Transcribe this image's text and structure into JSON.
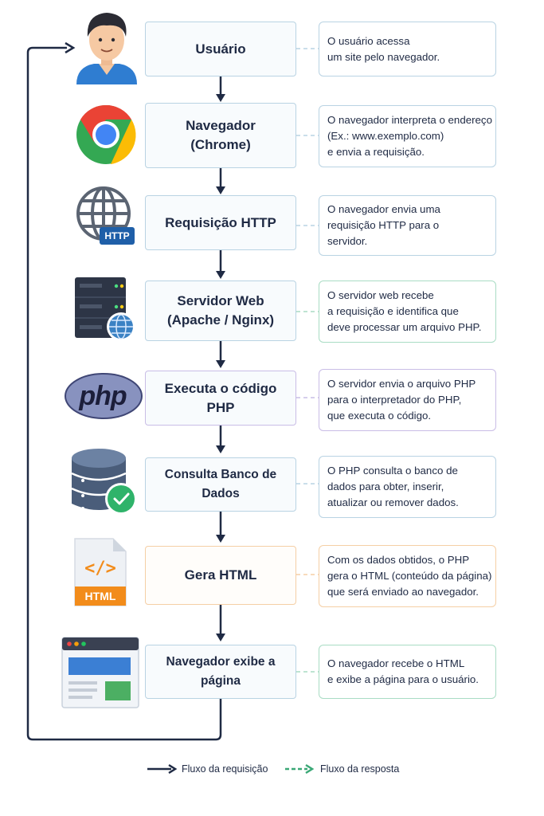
{
  "steps": [
    {
      "title": [
        "Usuário"
      ],
      "desc": [
        "O usuário acessa",
        "um site pelo navegador."
      ]
    },
    {
      "title": [
        "Navegador",
        "(Chrome)"
      ],
      "desc": [
        "O navegador interpreta o endereço",
        "(Ex.: www.exemplo.com)",
        "e envia a requisição."
      ]
    },
    {
      "title": [
        "Requisição HTTP"
      ],
      "desc": [
        "O navegador envia uma",
        "requisição HTTP para o",
        "servidor."
      ]
    },
    {
      "title": [
        "Servidor Web",
        "(Apache / Nginx)"
      ],
      "desc": [
        "O servidor web recebe",
        "a requisição e identifica que",
        "deve processar um arquivo PHP."
      ]
    },
    {
      "title": [
        "Executa o código PHP"
      ],
      "desc": [
        "O servidor envia o arquivo PHP",
        "para o interpretador do PHP,",
        "que executa o código."
      ]
    },
    {
      "title": [
        "Consulta Banco de Dados"
      ],
      "desc": [
        "O PHP consulta o banco de",
        "dados para obter, inserir,",
        "atualizar ou remover dados."
      ]
    },
    {
      "title": [
        "Gera HTML"
      ],
      "desc": [
        "Com os dados obtidos, o PHP",
        "gera o HTML (conteúdo da página)",
        "que será enviado ao navegador."
      ]
    },
    {
      "title": [
        "Navegador exibe a página"
      ],
      "desc": [
        "O navegador recebe o HTML",
        "e exibe a página para o usuário."
      ]
    }
  ],
  "icons": [
    "user-icon",
    "chrome-icon",
    "globe-http-icon",
    "server-icon",
    "php-logo-icon",
    "database-check-icon",
    "html-file-icon",
    "browser-window-icon"
  ],
  "icon_labels": {
    "http": "HTTP",
    "php": "php",
    "html": "HTML",
    "html_tag": "</>"
  },
  "colors": {
    "arrow": "#1f2a44",
    "border_default": "#b9d3e3",
    "border_php": "#c9bde6",
    "border_html": "#f5cfa5",
    "border_green": "#a9dcc4",
    "response_arrow": "#3aa876"
  },
  "legend": {
    "request": "Fluxo da requisição",
    "response": "Fluxo da resposta"
  }
}
